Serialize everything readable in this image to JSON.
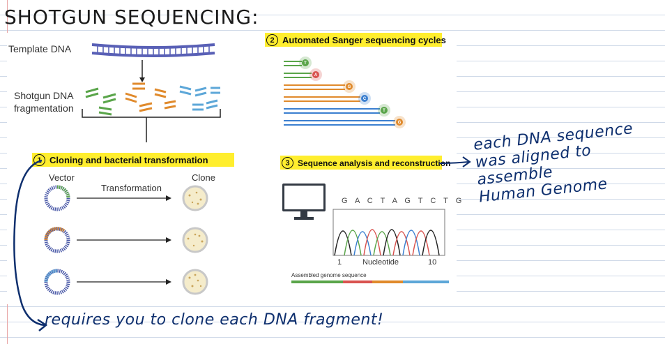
{
  "title": "SHOTGUN SEQUENCING:",
  "left": {
    "template_label": "Template DNA",
    "fragment_label": [
      "Shotgun DNA",
      "fragmentation"
    ],
    "step1": {
      "num": "1",
      "title": "Cloning and bacterial transformation"
    },
    "vector_label": "Vector",
    "clone_label": "Clone",
    "transformation_label": "Transformation"
  },
  "right": {
    "step2": {
      "num": "2",
      "title": "Automated Sanger sequencing cycles"
    },
    "bases": [
      "T",
      "A",
      "G",
      "C",
      "T",
      "G"
    ],
    "step3": {
      "num": "3",
      "title": "Sequence analysis and reconstruction"
    },
    "sequence_letters": "G A C T A G T C T G",
    "axis_start": "1",
    "axis_mid": "Nucleotide",
    "axis_end": "10",
    "assembled_label": "Assembled genome sequence"
  },
  "notes": {
    "aligned": [
      "each DNA sequence",
      "was aligned to assemble",
      "Human Genome"
    ],
    "clone_note": "requires you to clone each DNA fragment!"
  },
  "colors": {
    "highlight": "#ffee2e",
    "ink": "#0e2f6e",
    "green": "#5aa54a",
    "red": "#d9534f",
    "orange": "#e08a2c",
    "blue": "#3b7fd0",
    "purple": "#5960b6"
  }
}
